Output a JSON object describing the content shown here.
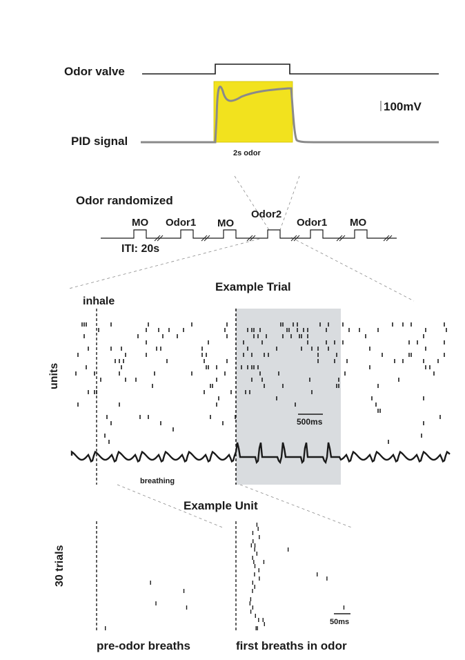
{
  "labels": {
    "odor_valve": "Odor valve",
    "pid_signal": "PID signal",
    "scale_voltage": "100mV",
    "odor_duration": "2s odor",
    "odor_randomized": "Odor randomized",
    "iti": "ITI: 20s",
    "example_trial": "Example Trial",
    "inhale": "inhale",
    "units": "units",
    "scale_trial": "500ms",
    "breathing": "breathing",
    "example_unit": "Example Unit",
    "trials": "30 trials",
    "scale_unit": "50ms",
    "pre_odor": "pre-odor breaths",
    "first_odor": "first breaths in odor"
  },
  "sequence": [
    "MO",
    "Odor1",
    "MO",
    "Odor2",
    "Odor1",
    "MO"
  ],
  "colors": {
    "odor_fill": "#f2e21e",
    "trial_shade": "#d9dcdf",
    "pid_trace": "#8a8a8a",
    "ink": "#1a1a1a"
  }
}
